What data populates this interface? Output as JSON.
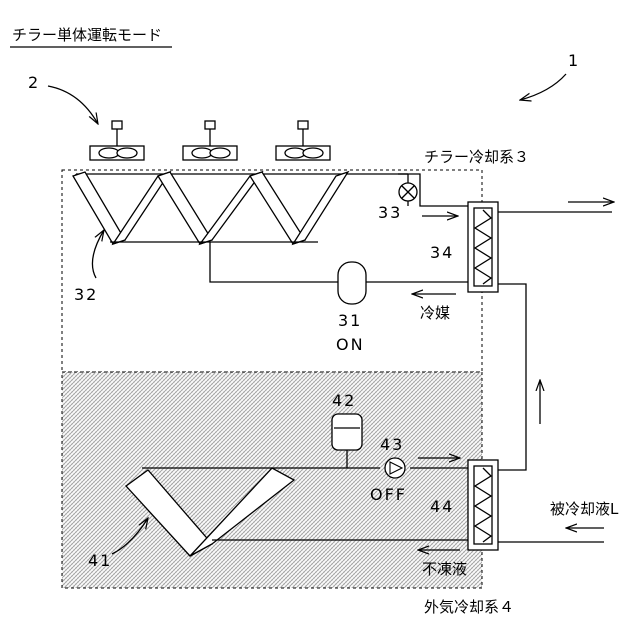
{
  "title": "チラー単体運転モード",
  "refs": {
    "system": "1",
    "fan_unit": "2",
    "chiller_system": "チラー冷却系３",
    "outdoor_system": "外気冷却系４"
  },
  "components": {
    "compressor": "31",
    "compressor_state": "ON",
    "chiller_coil": "32",
    "expansion_valve": "33",
    "chiller_hx": "34",
    "tank": "42",
    "pump": "43",
    "pump_state": "OFF",
    "outdoor_hx": "44",
    "outdoor_coil": "41"
  },
  "flows": {
    "refrigerant": "冷媒",
    "antifreeze": "不凍液",
    "cooled_liquid": "被冷却液L"
  }
}
